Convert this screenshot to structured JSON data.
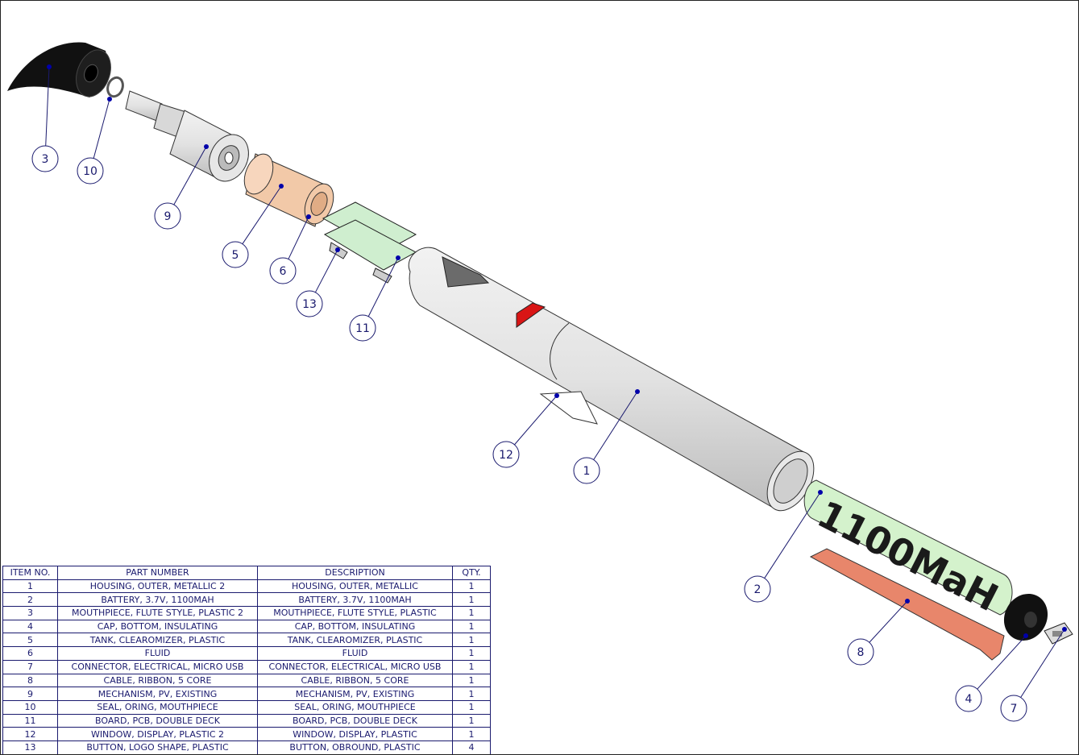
{
  "battery_label": "1100MaH",
  "balloons": [
    "3",
    "10",
    "9",
    "5",
    "6",
    "13",
    "11",
    "12",
    "1",
    "2",
    "8",
    "4",
    "7"
  ],
  "bom": {
    "headers": {
      "item": "ITEM NO.",
      "part": "PART NUMBER",
      "desc": "DESCRIPTION",
      "qty": "QTY."
    },
    "rows": [
      {
        "item": "1",
        "part": "HOUSING, OUTER, METALLIC 2",
        "desc": "HOUSING, OUTER, METALLIC",
        "qty": "1"
      },
      {
        "item": "2",
        "part": "BATTERY, 3.7V, 1100MAH",
        "desc": "BATTERY, 3.7V, 1100MAH",
        "qty": "1"
      },
      {
        "item": "3",
        "part": "MOUTHPIECE, FLUTE STYLE, PLASTIC 2",
        "desc": "MOUTHPIECE, FLUTE STYLE, PLASTIC",
        "qty": "1"
      },
      {
        "item": "4",
        "part": "CAP, BOTTOM, INSULATING",
        "desc": "CAP, BOTTOM, INSULATING",
        "qty": "1"
      },
      {
        "item": "5",
        "part": "TANK, CLEAROMIZER, PLASTIC",
        "desc": "TANK, CLEAROMIZER, PLASTIC",
        "qty": "1"
      },
      {
        "item": "6",
        "part": "FLUID",
        "desc": "FLUID",
        "qty": "1"
      },
      {
        "item": "7",
        "part": "CONNECTOR, ELECTRICAL, MICRO USB",
        "desc": "CONNECTOR, ELECTRICAL, MICRO USB",
        "qty": "1"
      },
      {
        "item": "8",
        "part": "CABLE, RIBBON, 5 CORE",
        "desc": "CABLE, RIBBON, 5 CORE",
        "qty": "1"
      },
      {
        "item": "9",
        "part": "MECHANISM, PV, EXISTING",
        "desc": "MECHANISM, PV, EXISTING",
        "qty": "1"
      },
      {
        "item": "10",
        "part": "SEAL, ORING, MOUTHPIECE",
        "desc": "SEAL, ORING, MOUTHPIECE",
        "qty": "1"
      },
      {
        "item": "11",
        "part": "BOARD, PCB, DOUBLE DECK",
        "desc": "BOARD, PCB, DOUBLE DECK",
        "qty": "1"
      },
      {
        "item": "12",
        "part": "WINDOW, DISPLAY, PLASTIC 2",
        "desc": "WINDOW, DISPLAY, PLASTIC",
        "qty": "1"
      },
      {
        "item": "13",
        "part": "BUTTON, LOGO SHAPE, PLASTIC",
        "desc": "BUTTON, OBROUND, PLASTIC",
        "qty": "4"
      }
    ]
  },
  "colors": {
    "balloon": "#1a1a6e",
    "leader": "#0000aa",
    "copper": "#f2c9a8",
    "board": "#cfeecf",
    "battery": "#d4f2cc",
    "cable": "#e8866b",
    "red": "#d91515"
  }
}
